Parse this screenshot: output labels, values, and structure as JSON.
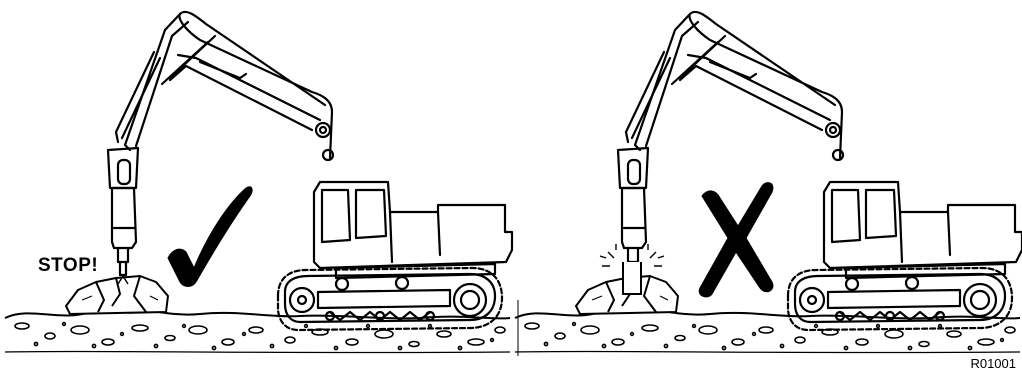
{
  "labels": {
    "stop": "STOP!",
    "reference": "R01001"
  },
  "colors": {
    "ink": "#000000",
    "paper": "#ffffff"
  },
  "panels": [
    {
      "name": "correct-use",
      "symbol": "check-mark",
      "spark": false
    },
    {
      "name": "incorrect-use",
      "symbol": "cross-mark",
      "spark": true
    }
  ]
}
